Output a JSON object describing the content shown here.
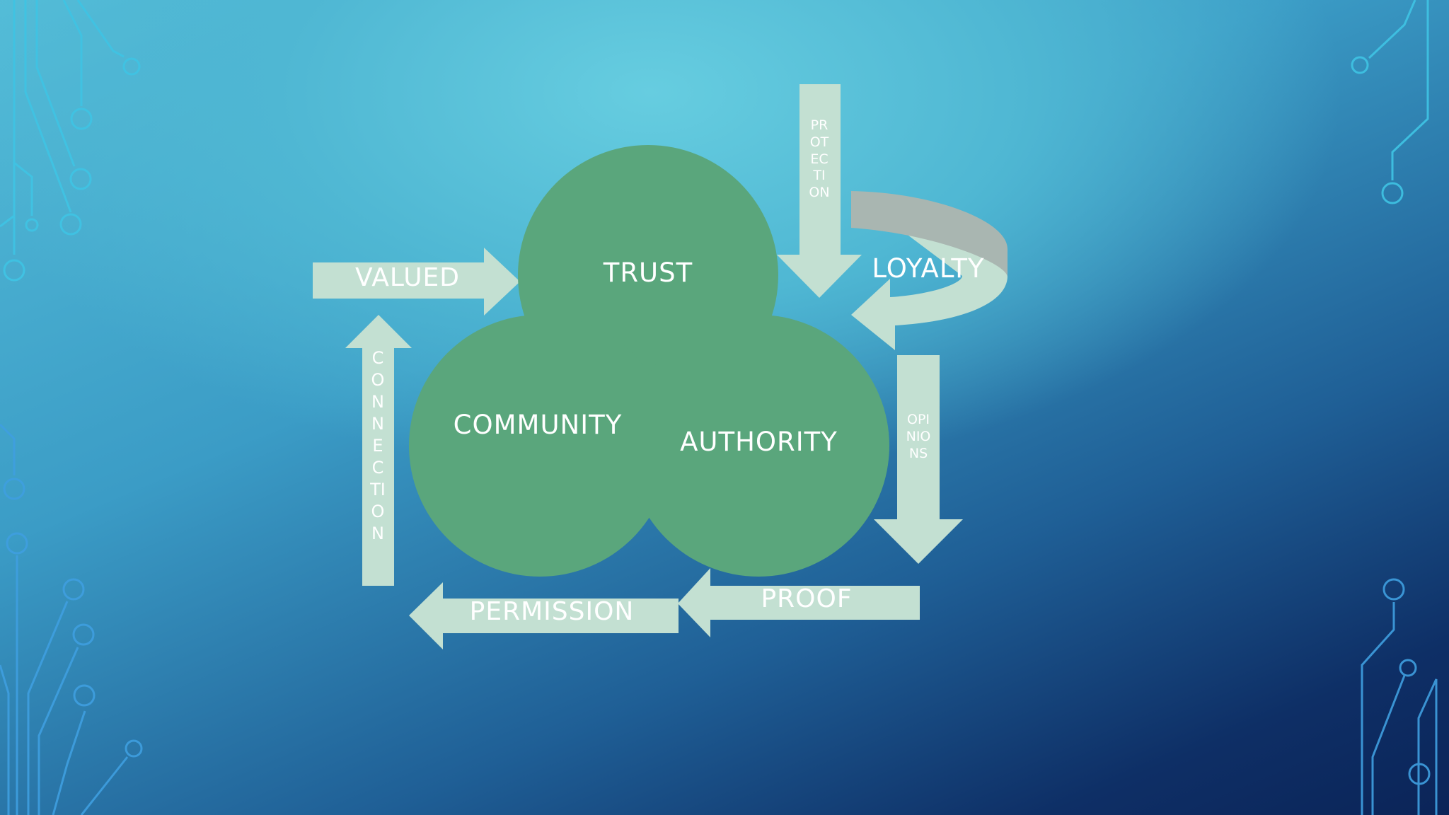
{
  "colors": {
    "circle": "#5aa67c",
    "arrow": "#c3e0d2",
    "loyalty_arrow_top": "#a9b6b1",
    "circuit": "#3fc4e4",
    "text": "#ffffff"
  },
  "circles": {
    "trust": "TRUST",
    "community": "COMMUNITY",
    "authority": "AUTHORITY"
  },
  "arrows": {
    "valued": "VALUED",
    "loyalty": "LOYALTY",
    "protection": "PROTECTION",
    "opinions": "OPINIONS",
    "proof": "PROOF",
    "permission": "PERMISSION",
    "connection": "CONNECTION"
  }
}
